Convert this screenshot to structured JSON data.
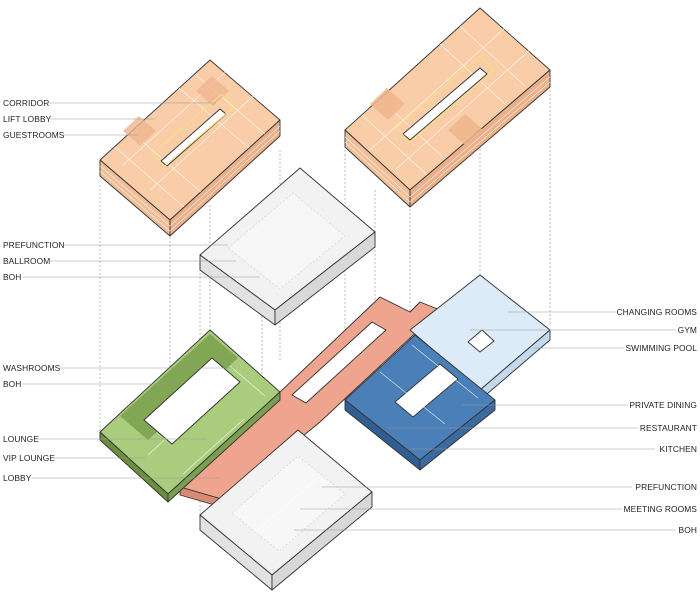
{
  "labels": {
    "corridor": "CORRIDOR",
    "lift_lobby": "LIFT LOBBY",
    "guestrooms": "GUESTROOMS",
    "prefunction_top": "PREFUNCTION",
    "ballroom": "BALLROOM",
    "boh_mid": "BOH",
    "washrooms": "WASHROOMS",
    "boh_green": "BOH",
    "lounge": "LOUNGE",
    "vip_lounge": "VIP LOUNGE",
    "lobby": "LOBBY",
    "changing_rooms": "CHANGING ROOMS",
    "gym": "GYM",
    "swimming_pool": "SWIMMING POOL",
    "private_dining": "PRIVATE DINING",
    "restaurant": "RESTAURANT",
    "kitchen": "KITCHEN",
    "prefunction_bottom": "PREFUNCTION",
    "meeting_rooms": "MEETING ROOMS",
    "boh_bottom": "BOH"
  },
  "colors": {
    "guestroom": "#f8cda8",
    "guestroom_dark": "#e9b08a",
    "guestroom_side": "#f0bf98",
    "white_block": "#f2f2f2",
    "white_side": "#e2e2e2",
    "green": "#a9cd7c",
    "green_dark": "#7a9f4e",
    "green_side": "#6c8f3e",
    "salmon": "#eea48e",
    "salmon_side": "#d98a74",
    "blue": "#4a7fb8",
    "blue_side": "#2f5e93",
    "light_blue": "#ddebf8"
  }
}
